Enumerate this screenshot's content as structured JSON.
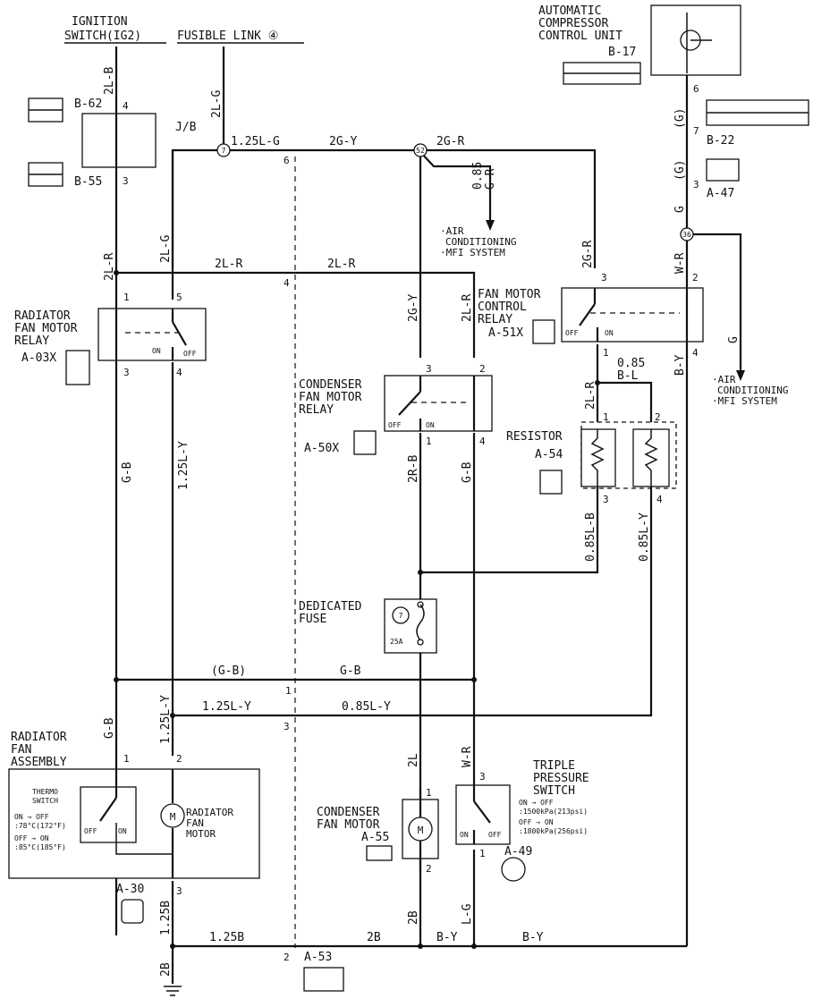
{
  "sources": {
    "ignition_switch": [
      "IGNITION",
      "SWITCH(IG2)"
    ],
    "fusible_link": "FUSIBLE LINK ④",
    "acc_unit": [
      "AUTOMATIC",
      "COMPRESSOR",
      "CONTROL UNIT"
    ],
    "acc_unit_connector": "B-17"
  },
  "connectors": {
    "b62": "B-62",
    "b55": "B-55",
    "b22": "B-22",
    "a47": "A-47",
    "a03x": "A-03X",
    "a51x": "A-51X",
    "a50x": "A-50X",
    "a54": "A-54",
    "a55": "A-55",
    "a49": "A-49",
    "a30": "A-30",
    "a53": "A-53",
    "jb": "J/B"
  },
  "components": {
    "radiator_fan_motor_relay": [
      "RADIATOR",
      "FAN MOTOR",
      "RELAY"
    ],
    "condenser_fan_motor_relay": [
      "CONDENSER",
      "FAN MOTOR",
      "RELAY"
    ],
    "fan_motor_control_relay": [
      "FAN MOTOR",
      "CONTROL",
      "RELAY"
    ],
    "resistor": "RESISTOR",
    "dedicated_fuse": [
      "DEDICATED",
      "FUSE"
    ],
    "fuse_number": "7",
    "fuse_rating": "25A",
    "radiator_fan_assembly": [
      "RADIATOR",
      "FAN",
      "ASSEMBLY"
    ],
    "thermo_switch": [
      "THERMO",
      "SWITCH"
    ],
    "thermo_spec": [
      "ON → OFF",
      ":78°C(172°F)",
      "OFF → ON",
      ":85°C(185°F)"
    ],
    "radiator_fan_motor": [
      "RADIATOR",
      "FAN",
      "MOTOR"
    ],
    "condenser_fan_motor": [
      "CONDENSER",
      "FAN MOTOR"
    ],
    "triple_pressure_switch": [
      "TRIPLE",
      "PRESSURE",
      "SWITCH"
    ],
    "triple_spec": [
      "ON → OFF",
      ":1500kPa(213psi)",
      "OFF → ON",
      ":1800kPa(256psi)"
    ],
    "ac_mfi_left": [
      "·AIR",
      "CONDITIONING",
      "·MFI SYSTEM"
    ],
    "ac_mfi_right": [
      "·AIR",
      "CONDITIONING",
      "·MFI SYSTEM"
    ]
  },
  "switch_states": {
    "on": "ON",
    "off": "OFF"
  },
  "wires": {
    "w_2lb": "2L-B",
    "w_2lg_top": "2L-G",
    "w_125lg": "1.25L-G",
    "w_2gy": "2G-Y",
    "w_2gr": "2G-R",
    "w_085gr": [
      "0.85",
      "G-R"
    ],
    "w_2lr_left": "2L-R",
    "w_2lg_mid": "2L-G",
    "w_2lr_h1": "2L-R",
    "w_2lr_h2": "2L-R",
    "w_2gy_v": "2G-Y",
    "w_2lr_v": "2L-R",
    "w_2gr_v": "2G-R",
    "w_g_1": "(G)",
    "w_g_2": "(G)",
    "w_g_3": "G",
    "w_wr": "W-R",
    "w_g_right": "G",
    "w_gb_left": "G-B",
    "w_125ly_v": "1.25L-Y",
    "w_2rb": "2R-B",
    "w_gb_mid": "G-B",
    "w_2lr_res": "2L-R",
    "w_085bl": [
      "0.85",
      "B-L"
    ],
    "w_by_right": "B-Y",
    "w_085lb": "0.85L-B",
    "w_085ly_v": "0.85L-Y",
    "w_gb_paren": "(G-B)",
    "w_gb_h": "G-B",
    "w_125ly_h": "1.25L-Y",
    "w_085ly_h": "0.85L-Y",
    "w_gb_low": "G-B",
    "w_125ly_low": "1.25L-Y",
    "w_2l": "2L",
    "w_wr_low": "W-R",
    "w_125b_v": "1.25B",
    "w_2b_v": "2B",
    "w_lg": "L-G",
    "w_2b_gnd": "2B",
    "w_125b_h": "1.25B",
    "w_2b_h": "2B",
    "w_by_h1": "B-Y",
    "w_by_h2": "B-Y"
  },
  "splices": {
    "s7": "7",
    "s52": "52",
    "s36": "36"
  },
  "pins": {
    "p4_top": "4",
    "p3_jb": "3",
    "p6": "6",
    "p4_j": "4",
    "p1_j": "1",
    "p3_j": "3",
    "p2_j": "2",
    "p1_rfr": "1",
    "p5_rfr": "5",
    "p3_rfr": "3",
    "p4_rfr": "4",
    "p3_cfr": "3",
    "p2_cfr": "2",
    "p1_cfr": "1",
    "p4_cfr": "4",
    "p6_acc": "6",
    "p7_acc": "7",
    "p3_acc": "3",
    "p3_fmc": "3",
    "p2_fmc": "2",
    "p1_fmc": "1",
    "p4_fmc": "4",
    "p1_res": "1",
    "p2_res": "2",
    "p3_res": "3",
    "p4_res": "4",
    "p1_rfa": "1",
    "p2_rfa": "2",
    "p3_rfa": "3",
    "p1_cfm": "1",
    "p2_cfm": "2",
    "p3_tps": "3",
    "p1_tps": "1"
  }
}
